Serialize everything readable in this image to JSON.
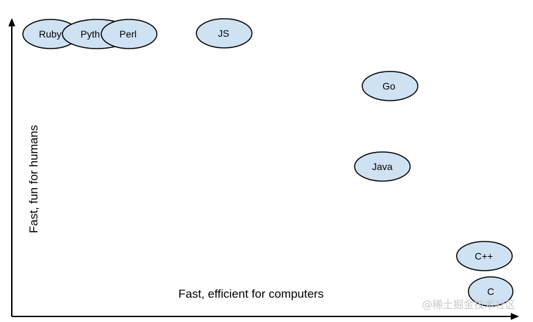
{
  "colors": {
    "bubble_fill": "#cfe2f3",
    "bubble_stroke": "#000000",
    "axis": "#000000",
    "watermark": "#c8c8c8"
  },
  "axes": {
    "x_label": "Fast, efficient for computers",
    "y_label": "Fast, fun for humans"
  },
  "languages": [
    {
      "id": "ruby",
      "label": "Ruby"
    },
    {
      "id": "python",
      "label": "Pyth"
    },
    {
      "id": "perl",
      "label": "Perl"
    },
    {
      "id": "js",
      "label": "JS"
    },
    {
      "id": "go",
      "label": "Go"
    },
    {
      "id": "java",
      "label": "Java"
    },
    {
      "id": "cpp",
      "label": "C++"
    },
    {
      "id": "c",
      "label": "C"
    }
  ],
  "watermark": "@稀土掘金技术社区"
}
